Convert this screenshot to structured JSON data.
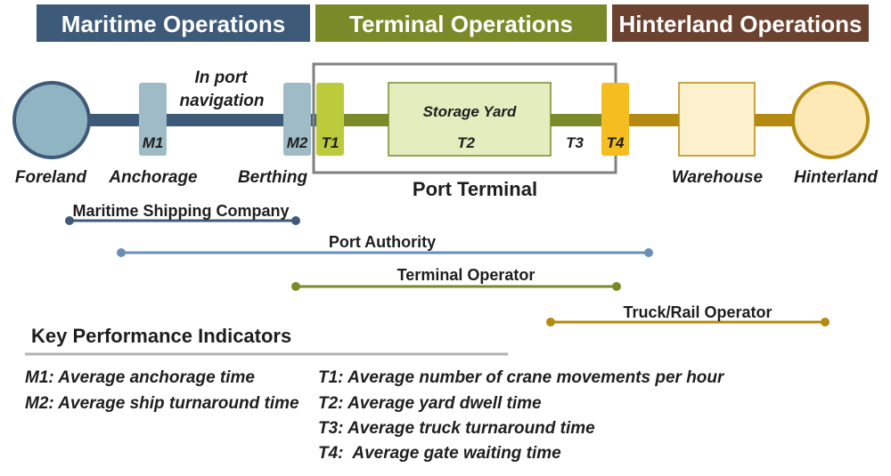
{
  "headers": {
    "maritime": {
      "label": "Maritime Operations",
      "color": "#3d5a78"
    },
    "terminal": {
      "label": "Terminal Operations",
      "color": "#7a8a28"
    },
    "hinterland": {
      "label": "Hinterland Operations",
      "color": "#6b4230"
    }
  },
  "chain": {
    "foreland": "Foreland",
    "anchorage": "Anchorage",
    "in_port_navigation": [
      "In port",
      "navigation"
    ],
    "berthing": "Berthing",
    "storage_yard": "Storage Yard",
    "port_terminal": "Port Terminal",
    "warehouse": "Warehouse",
    "hinterland": "Hinterland"
  },
  "markers": {
    "m1": "M1",
    "m2": "M2",
    "t1": "T1",
    "t2": "T2",
    "t3": "T3",
    "t4": "T4"
  },
  "actors": [
    {
      "name": "Maritime Shipping Company",
      "color": "#3d5a78"
    },
    {
      "name": "Port Authority",
      "color": "#6a8fb5"
    },
    {
      "name": "Terminal Operator",
      "color": "#7a8a28"
    },
    {
      "name": "Truck/Rail Operator",
      "color": "#b58a10"
    }
  ],
  "kpi": {
    "title": "Key Performance Indicators",
    "left": [
      "M1: Average anchorage time",
      "M2: Average ship turnaround time"
    ],
    "right": [
      "T1: Average number of crane movements per hour",
      "T2: Average yard dwell time",
      "T3: Average truck turnaround time",
      "T4:  Average gate waiting time"
    ]
  }
}
